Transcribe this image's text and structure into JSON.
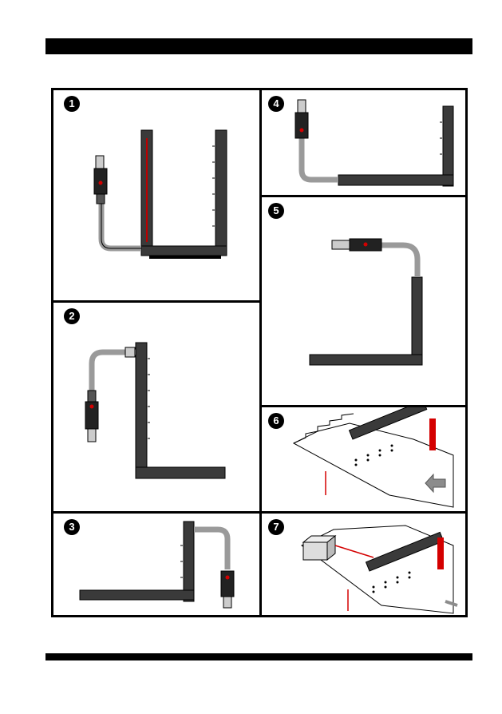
{
  "steps": [
    {
      "number": "1"
    },
    {
      "number": "2"
    },
    {
      "number": "3"
    },
    {
      "number": "4"
    },
    {
      "number": "5"
    },
    {
      "number": "6"
    },
    {
      "number": "7"
    }
  ],
  "colors": {
    "ink": "#000000",
    "profile": "#3a3a3a",
    "cable": "#9a9a9a",
    "accent_red": "#d40000",
    "arrow_gray": "#8c8c8c"
  },
  "icons": [
    "step-number-badge",
    "connector-plug",
    "light-curtain-profile",
    "cable",
    "conveyor-object",
    "direction-arrow"
  ]
}
